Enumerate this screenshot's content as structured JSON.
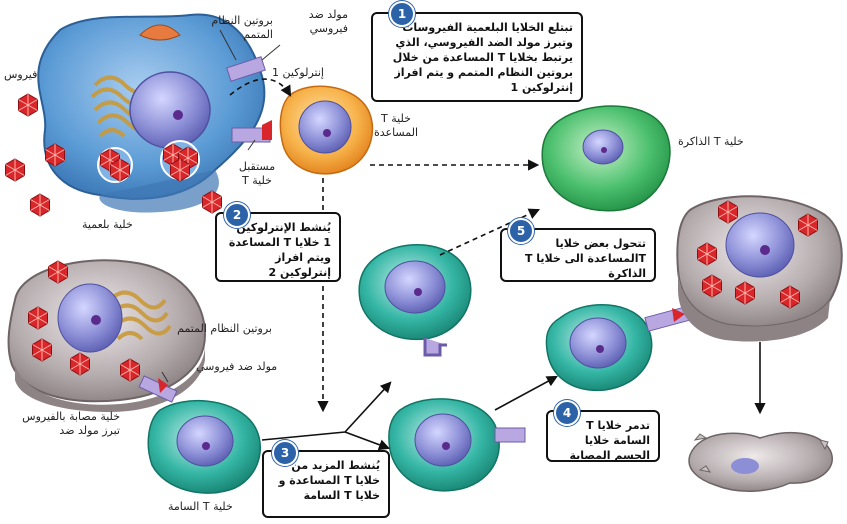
{
  "labels": {
    "virus": "فيروس",
    "mhc_protein_top": "بروتين النظام المتمم",
    "antigen_top": "مولد ضد فيروسي",
    "interleukin1": "إنترلوكين 1",
    "helper_t": "خلية T المساعدة",
    "t_receptor": "مستقبل خلية T",
    "phagocyte": "خلية بلعمية",
    "memory_t": "خلية T الذاكرة",
    "mhc_protein_bottom": "بروتين النظام المتمم",
    "antigen_bottom": "مولد ضد فيروسي",
    "infected_cell": "خلية مصابة بالفيروس تبرز مولد ضد",
    "cytotoxic_t": "خلية T السامة"
  },
  "steps": [
    {
      "number": "1",
      "text": "تبتلع الخلايا البلعمية الفيروسات وتبرز مولد الضد الفيروسي، الذي يرتبط بخلايا T المساعدة من خلال بروتين النظام المتمم و يتم افراز إنترلوكين 1"
    },
    {
      "number": "2",
      "text": "يُنشط الإنترلوكين 1 خلايا T المساعدة ويتم افراز إنترلوكين 2"
    },
    {
      "number": "3",
      "text": "يُنشط المزيد من خلايا T المساعدة و خلايا T السامة"
    },
    {
      "number": "4",
      "text": "تدمر خلايا T السامة خلايا الجسم المصابة"
    },
    {
      "number": "5",
      "text": "تتحول بعض خلايا Tالمساعدة الى خلايا T الذاكرة"
    }
  ],
  "colors": {
    "phagocyte": "#5b9bd5",
    "helper": "#f5a93a",
    "memory": "#4cc06e",
    "cytotoxic": "#2fb3a0",
    "infected": "#a8a4a6",
    "nucleus": "#8c8fd6",
    "virus": "#d8262a",
    "badge": "#2c62a8"
  }
}
